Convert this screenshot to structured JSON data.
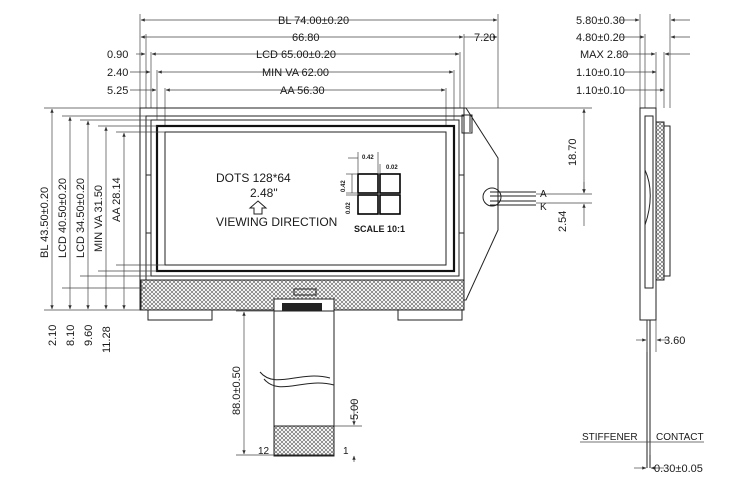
{
  "front_view": {
    "top_dims": {
      "bl": "BL  74.00±0.20",
      "w6680": "66.80",
      "w720": "7.20",
      "lcd": "LCD  65.00±0.20",
      "o090": "0.90",
      "minva": "MIN  VA  62.00",
      "o240": "2.40",
      "aa": "AA  56.30",
      "o525": "5.25"
    },
    "left_dims": {
      "bl": "BL  43.50±0.20",
      "lcd1": "LCD  40.50±0.20",
      "lcd2": "LCD  34.50±0.20",
      "minva": "MIN  VA  31.50",
      "aa": "AA  28.14",
      "o210": "2.10",
      "o810": "8.10",
      "o960": "9.60",
      "o1128": "11.28"
    },
    "display_text": {
      "dots": "DOTS    128*64",
      "size": "2.48\"",
      "viewing": "VIEWING  DIRECTION",
      "scale": "SCALE  10:1"
    },
    "pixel_detail": {
      "d042a": "0.42",
      "d002a": "0.02",
      "d042b": "0.42",
      "d002b": "0.02"
    },
    "led_labels": {
      "anode": "A",
      "cathode": "K"
    },
    "right_dims": {
      "h1870": "18.70",
      "h254": "2.54"
    },
    "fpc_dims": {
      "len": "88.0±0.50",
      "w500": "5.00",
      "pin12": "12",
      "pin1": "1"
    }
  },
  "side_view": {
    "dims": {
      "t580": "5.80±0.30",
      "t480": "4.80±0.20",
      "tmax": "MAX  2.80",
      "t110a": "1.10±0.10",
      "t110b": "1.10±0.10",
      "w360": "3.60",
      "stiffener": "STIFFENER",
      "contact": "CONTACT",
      "t030": "0.30±0.05"
    }
  }
}
